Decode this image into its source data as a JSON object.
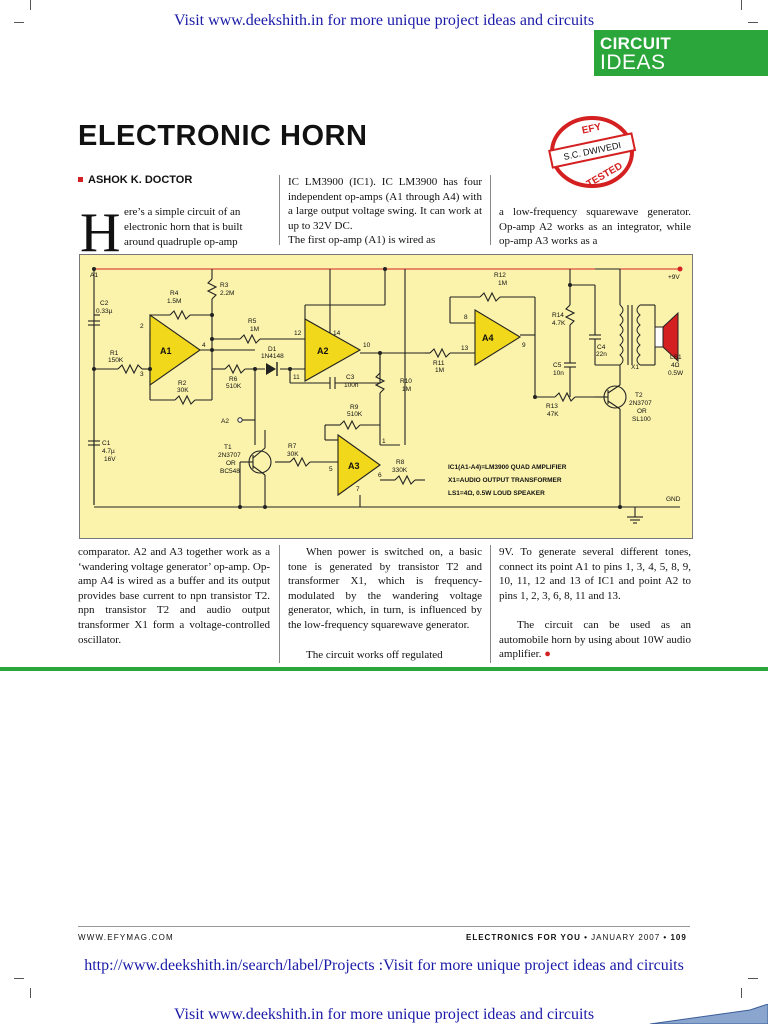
{
  "top_banner": "Visit www.deekshith.in for more unique project ideas and circuits",
  "section": {
    "line1": "CIRCUIT",
    "line2": "IDEAS"
  },
  "title": "ELECTRONIC HORN",
  "author": "ASHOK K. DOCTOR",
  "stamp": {
    "top": "EFY",
    "name": "S.C. DWIVEDI",
    "bottom": "TESTED"
  },
  "intro": {
    "col1": {
      "dropcap": "H",
      "lines": [
        "ere’s a simple circuit of an",
        "electronic horn that is built",
        "around quadruple op-amp"
      ]
    },
    "col2": "IC LM3900 (IC1). IC LM3900 has four independent op-amps (A1 through A4) with a large output voltage swing. It can work at up to 32V DC.\n   The first op-amp (A1) is wired as",
    "col3": "a low-frequency squarewave generator. Op-amp A2 works as an integrator, while op-amp A3 works as a"
  },
  "body": {
    "col1": "comparator. A2 and A3 together work as a ‘wandering voltage generator’ op-amp. Op-amp A4 is wired as a buffer and its output provides base current to npn transistor T2. npn transistor T2 and audio output transformer X1 form a voltage-controlled oscillator.",
    "col2a": "When power is switched on, a basic tone is generated by transistor T2 and transformer X1, which is frequency-modulated by the wandering voltage generator, which, in turn, is influenced by the low-frequency squarewave generator.",
    "col2b": "The circuit works off regulated",
    "col3a": "9V. To generate several different tones, connect its point A1 to pins 1, 3, 4, 5, 8, 9, 10, 11, 12 and 13 of IC1 and point A2 to pins 1, 2, 3, 6, 8, 11 and 13.",
    "col3b": "The circuit can be used as an automobile horn by using about 10W audio amplifier."
  },
  "circuit": {
    "labels": {
      "a1": "A1",
      "a2": "A2",
      "c2": "C2",
      "c2v": "0.33µ",
      "r4": "R4",
      "r4v": "1.5M",
      "r3": "R3",
      "r3v": "2.2M",
      "r5": "R5",
      "r5v": "1M",
      "d1": "D1",
      "d1v": "1N4148",
      "r1": "R1",
      "r1v": "150K",
      "r2": "R2",
      "r2v": "30K",
      "r6": "R6",
      "r6v": "510K",
      "c3": "C3",
      "c3v": "100n",
      "r12": "R12",
      "r12v": "1M",
      "r14": "R14",
      "r14v": "4.7K",
      "c4": "C4",
      "c4v": "22n",
      "c5": "C5",
      "c5v": "10n",
      "r11": "R11",
      "r11v": "1M",
      "r10": "R10",
      "r10v": "1M",
      "r9": "R9",
      "r9v": "510K",
      "r13": "R13",
      "r13v": "47K",
      "c1": "C1",
      "c1v1": "4.7µ",
      "c1v2": "16V",
      "t1": "T1",
      "t1v1": "2N3707",
      "t1v2": "OR",
      "t1v3": "BC548",
      "r7": "R7",
      "r7v": "30K",
      "r8": "R8",
      "r8v": "330K",
      "t2": "T2",
      "t2v1": "2N3707",
      "t2v2": "OR",
      "t2v3": "SL100",
      "x1": "X1",
      "ls1": "LS1",
      "ls1v1": "4Ω",
      "ls1v2": "0.5W",
      "v9": "+9V",
      "gnd": "GND"
    },
    "opamps": [
      "A1",
      "A2",
      "A3",
      "A4"
    ],
    "pins": [
      "2",
      "3",
      "4",
      "12",
      "11",
      "14",
      "10",
      "8",
      "13",
      "9",
      "5",
      "6",
      "7",
      "1"
    ],
    "notes": [
      "IC1(A1-A4)=LM3900 QUAD AMPLIFIER",
      "X1=AUDIO OUTPUT TRANSFORMER",
      "LS1=4Ω, 0.5W LOUD SPEAKER"
    ]
  },
  "footer": {
    "left": "WWW.EFYMAG.COM",
    "right_mag": "ELECTRONICS FOR YOU",
    "right_date": "JANUARY 2007",
    "right_page": "109"
  },
  "link_bottom": "http://www.deekshith.in/search/label/Projects :Visit for more unique project ideas and circuits",
  "bottom_banner": "Visit www.deekshith.in for more unique project ideas and circuits",
  "colors": {
    "green": "#2aa63a",
    "red": "#d42020",
    "blue_link": "#1a1aa8",
    "schematic_bg": "#fbf3ac",
    "opamp_fill": "#f2d81a"
  }
}
